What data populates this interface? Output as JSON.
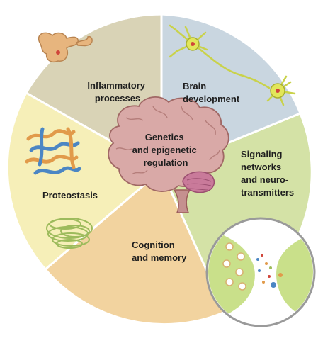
{
  "diagram": {
    "center": {
      "label_lines": [
        "Genetics",
        "and epigenetic",
        "regulation"
      ]
    },
    "segments": [
      {
        "id": "inflammatory",
        "label_lines": [
          "Inflammatory",
          "processes"
        ],
        "color": "#d9d3b6"
      },
      {
        "id": "brain-development",
        "label_lines": [
          "Brain",
          "development"
        ],
        "color": "#c9d6e0"
      },
      {
        "id": "signaling",
        "label_lines": [
          "Signaling",
          "networks",
          "and neuro-",
          "transmitters"
        ],
        "color": "#d4e2a6"
      },
      {
        "id": "cognition",
        "label_lines": [
          "Cognition",
          "and memory"
        ],
        "color": "#f2d39f"
      },
      {
        "id": "proteostasis",
        "label_lines": [
          "Proteostasis"
        ],
        "color": "#f6efb8"
      }
    ],
    "icons": [
      "macrophage-icon",
      "neuron-icon",
      "protein-structure-icon",
      "aggregate-icon",
      "brain-icon",
      "synapse-icon"
    ]
  }
}
